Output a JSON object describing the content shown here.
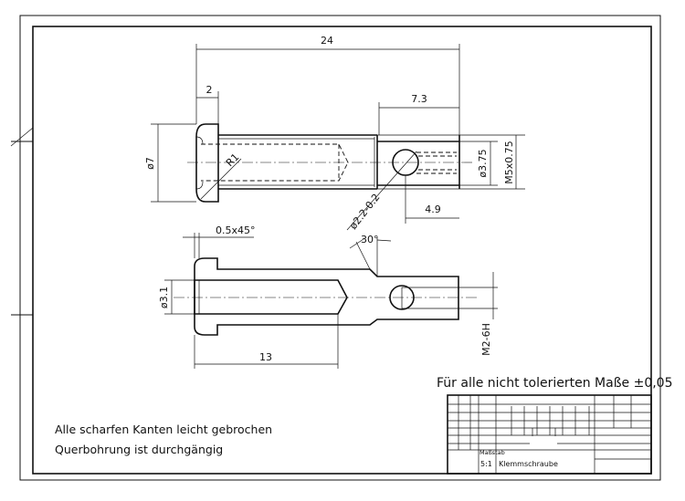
{
  "drawing": {
    "title": "Klemmschraube",
    "scale": "5:1",
    "scale_label": "Maßstab",
    "tolerance_note": "Für alle nicht tolerierten Maße ±0,05",
    "notes": [
      "Alle scharfen Kanten leicht gebrochen",
      "Querbohrung ist durchgängig"
    ]
  },
  "top_view": {
    "dims": {
      "overall_length": "24",
      "head_length": "2",
      "thread_length": "7.3",
      "hole_position": "4.9",
      "head_diameter": "ø7",
      "radius": "R1",
      "cross_hole": "ø2.2-0.2",
      "thread_diameter": "ø3.75",
      "thread": "M5x0.75"
    }
  },
  "section_view": {
    "dims": {
      "chamfer": "0.5x45°",
      "angle": "30°",
      "bore_diameter": "ø3.1",
      "bore_depth": "13",
      "inner_thread": "M2-6H"
    }
  }
}
